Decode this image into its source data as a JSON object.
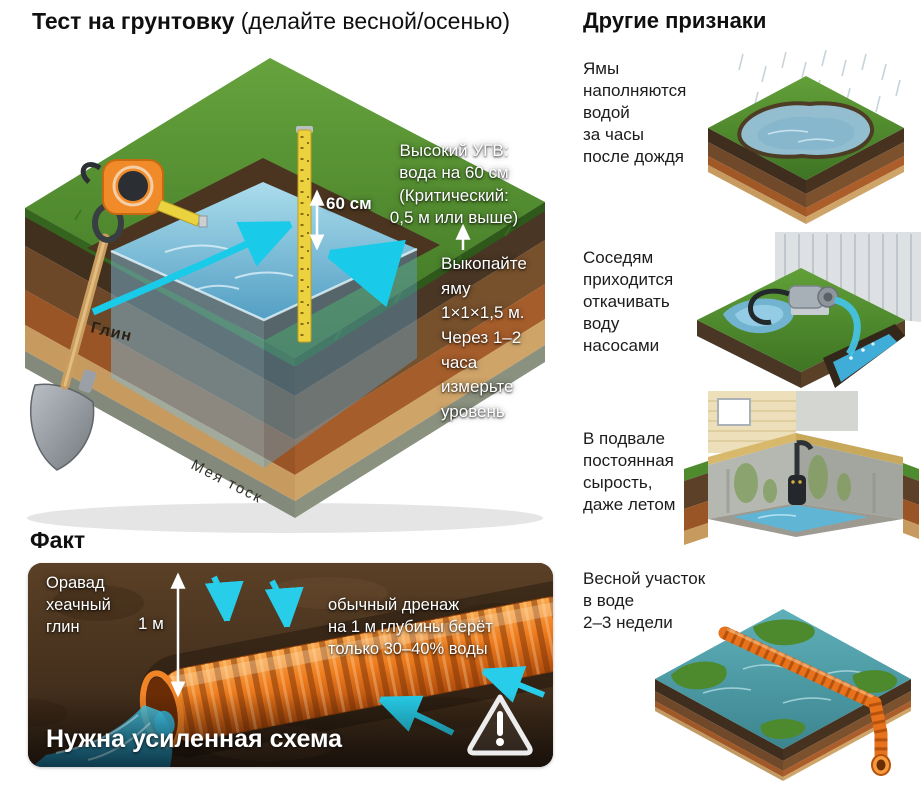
{
  "test_section": {
    "title_bold": "Тест на грунтовку",
    "title_normal": "(делайте весной/осенью)",
    "annotations": {
      "high_gwl": "Высокий УГВ:\nвода на 60 см\n(Критический:\n0,5 м или выше)",
      "depth_60": "60 см",
      "dig_instruction": "Выкопайте\nяму\n1×1×1,5 м.\nЧерез 1–2\nчаса\nизмерьте\nуровень",
      "soil_layer": "Глин",
      "bottom_layer": "Мея тоск"
    }
  },
  "fact_section": {
    "heading": "Факт",
    "left_note": "Оравад\nхеачный\nглин",
    "depth_1m": "1 м",
    "drain_note": "обычный дренаж\nна 1 м глубины берёт\nтолько 30–40% воды",
    "conclusion": "Нужна усиленная схема"
  },
  "signs_section": {
    "heading": "Другие признаки",
    "items": [
      {
        "caption": "Ямы\nнаполняются\nводой\nза часы\nпосле дождя",
        "icon": "rain-filled-pit"
      },
      {
        "caption": "Соседям\nприходится\nоткачивать\nводу\nнасосами",
        "icon": "pumping-water"
      },
      {
        "caption": "В подвале\nпостоянная\nсырость,\nдаже летом",
        "icon": "damp-basement"
      },
      {
        "caption": "Весной участок\nв воде\n2–3 недели",
        "icon": "flooded-plot"
      }
    ]
  },
  "icons": {
    "warning": "triangle-exclamation"
  },
  "colors": {
    "accent_cyan": "#1fc9e8",
    "pipe_orange": "#e8711c",
    "grass_green": "#4e8a2e",
    "soil_brown": "#6d4828",
    "water_blue": "#79b4d2",
    "text_dark": "#1c1c1c",
    "text_white": "#ffffff"
  }
}
